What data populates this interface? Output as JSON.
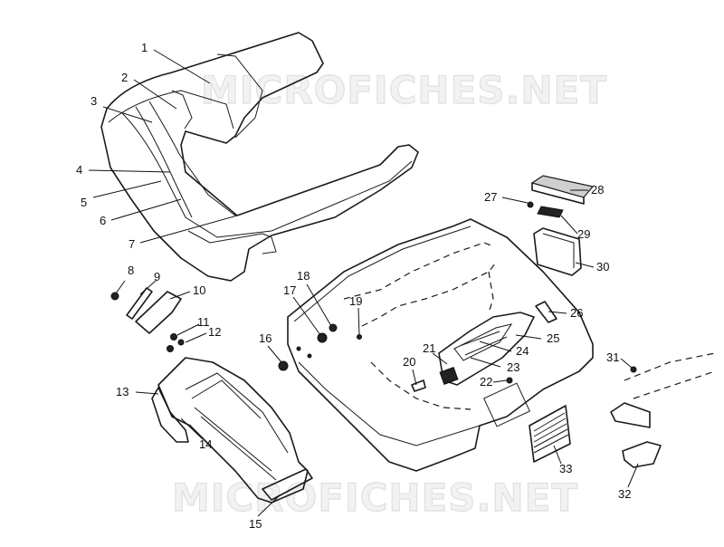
{
  "watermark": {
    "top": "MICROFICHES.NET",
    "bottom": "MICROFICHES.NET"
  },
  "callouts": [
    "1",
    "2",
    "3",
    "4",
    "5",
    "6",
    "7",
    "8",
    "9",
    "10",
    "11",
    "12",
    "13",
    "14",
    "15",
    "16",
    "17",
    "18",
    "19",
    "20",
    "21",
    "22",
    "23",
    "24",
    "25",
    "26",
    "27",
    "28",
    "29",
    "30",
    "31",
    "32",
    "33"
  ]
}
